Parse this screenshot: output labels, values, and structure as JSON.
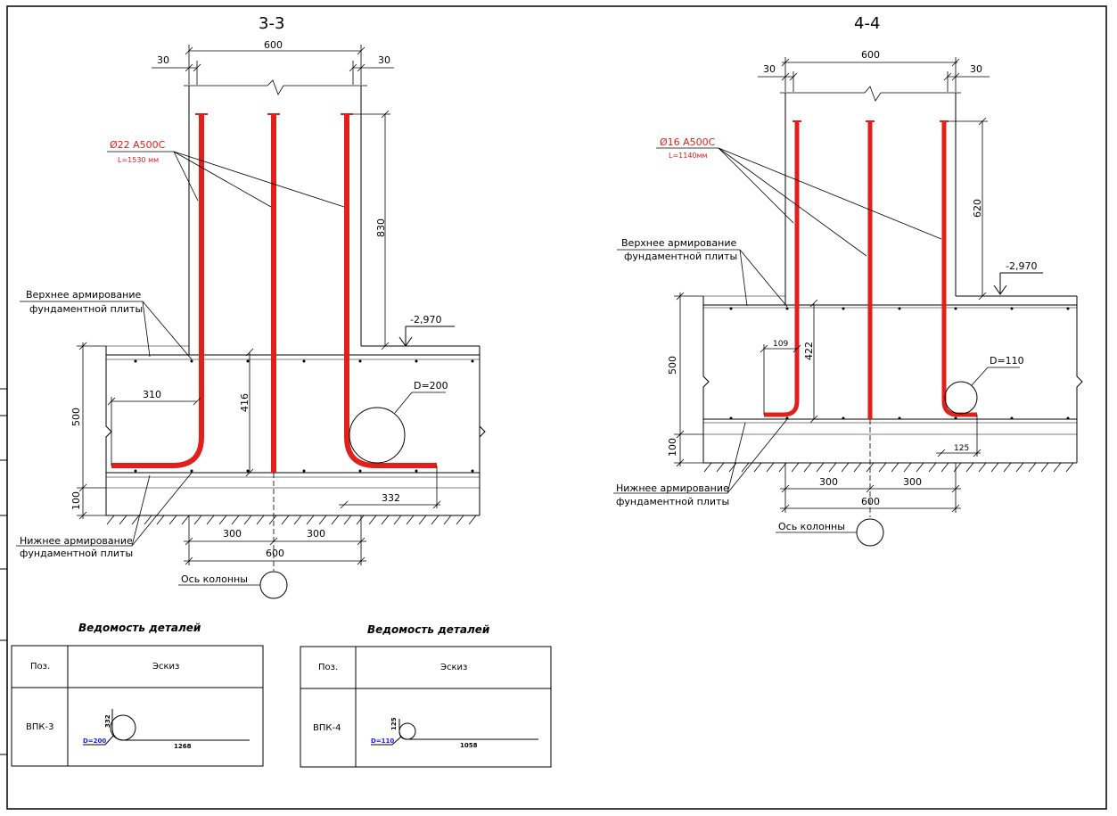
{
  "section_3": {
    "title": "3-3",
    "dim_top_total": "600",
    "dim_left_offset": "30",
    "dim_right_offset": "30",
    "dim_height_830": "830",
    "dim_height_416": "416",
    "dim_310": "310",
    "dim_332": "332",
    "dim_500": "500",
    "dim_100": "100",
    "dim_300_left": "300",
    "dim_300_right": "300",
    "dim_bottom_total": "600",
    "level_mark": "-2,970",
    "diameter_label": "D=200",
    "bar_spec": "Ø22 А500С",
    "bar_length": "L=1530 мм",
    "upper_reinf_line1": "Верхнее армирование",
    "upper_reinf_line2": "фундаментной плиты",
    "lower_reinf_line1": "Нижнее армирование",
    "lower_reinf_line2": "фундаментной плиты",
    "column_axis": "Ось колонны"
  },
  "section_4": {
    "title": "4-4",
    "dim_top_total": "600",
    "dim_left_offset": "30",
    "dim_right_offset": "30",
    "dim_height_620": "620",
    "dim_height_422": "422",
    "dim_109": "109",
    "dim_125": "125",
    "dim_500": "500",
    "dim_100": "100",
    "dim_300_left": "300",
    "dim_300_right": "300",
    "dim_bottom_total": "600",
    "level_mark": "-2,970",
    "diameter_label": "D=110",
    "bar_spec": "Ø16 А500С",
    "bar_length": "L=1140мм",
    "upper_reinf_line1": "Верхнее армирование",
    "upper_reinf_line2": "фундаментной плиты",
    "lower_reinf_line1": "Нижнее армирование",
    "lower_reinf_line2": "фундаментной плиты",
    "column_axis": "Ось колонны"
  },
  "table_1": {
    "heading": "Ведомость деталей",
    "col_pos": "Поз.",
    "col_sketch": "Эскиз",
    "row_pos": "ВПК-3",
    "sketch_height": "332",
    "sketch_diameter": "D=200",
    "sketch_length": "1268"
  },
  "table_2": {
    "heading": "Ведомость деталей",
    "col_pos": "Поз.",
    "col_sketch": "Эскиз",
    "row_pos": "ВПК-4",
    "sketch_height": "125",
    "sketch_diameter": "D=110",
    "sketch_length": "1058"
  },
  "colors": {
    "rebar": "#e0201a",
    "lines": "#000000",
    "blue_label": "#1a1aff"
  }
}
